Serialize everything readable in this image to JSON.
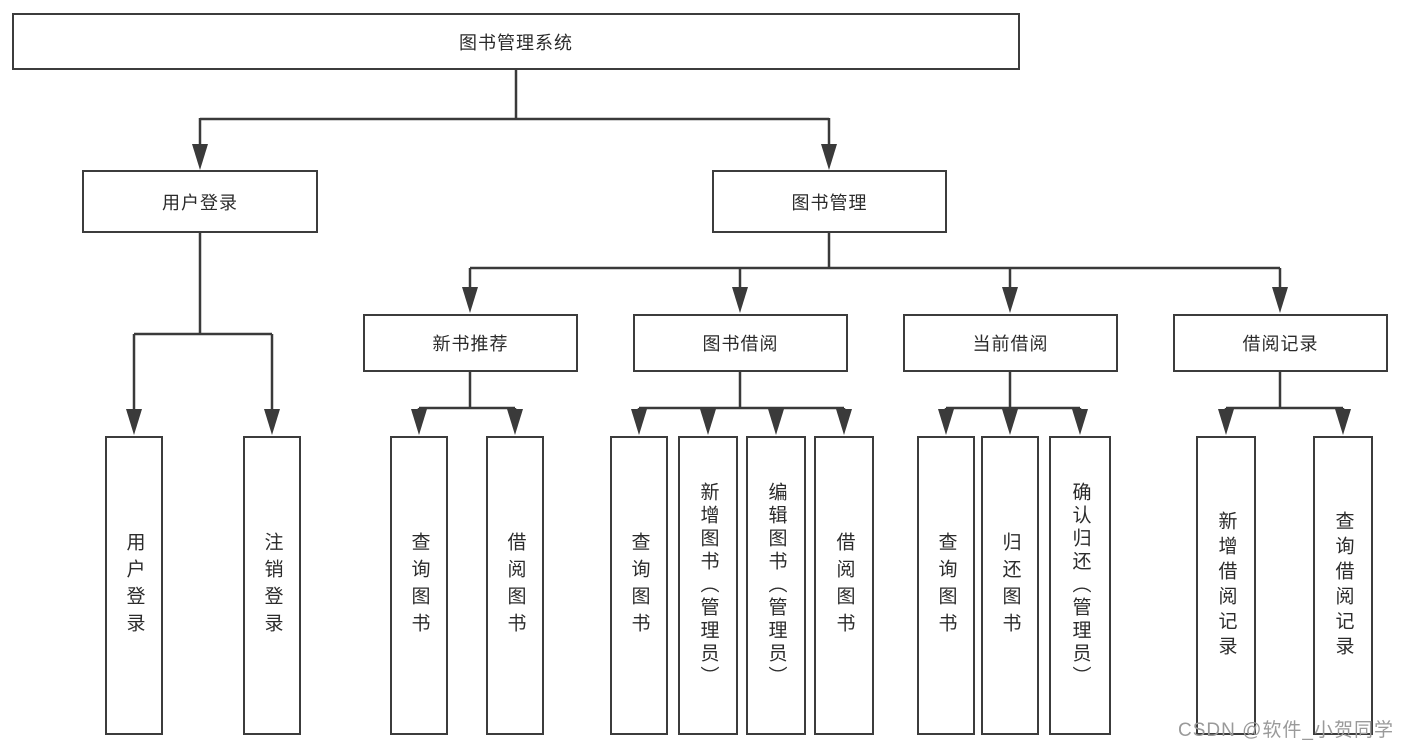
{
  "diagram": {
    "root": {
      "label": "图书管理系统"
    },
    "branches": [
      {
        "label": "用户登录",
        "children": [
          {
            "label": "用户登录"
          },
          {
            "label": "注销登录"
          }
        ]
      },
      {
        "label": "图书管理",
        "children": [
          {
            "label": "新书推荐",
            "children": [
              {
                "label": "查询图书"
              },
              {
                "label": "借阅图书"
              }
            ]
          },
          {
            "label": "图书借阅",
            "children": [
              {
                "label": "查询图书"
              },
              {
                "label": "新增图书（管理员）"
              },
              {
                "label": "编辑图书（管理员）"
              },
              {
                "label": "借阅图书"
              }
            ]
          },
          {
            "label": "当前借阅",
            "children": [
              {
                "label": "查询图书"
              },
              {
                "label": "归还图书"
              },
              {
                "label": "确认归还（管理员）"
              }
            ]
          },
          {
            "label": "借阅记录",
            "children": [
              {
                "label": "新增借阅记录"
              },
              {
                "label": "查询借阅记录"
              }
            ]
          }
        ]
      }
    ]
  },
  "watermark": "CSDN @软件_小贺同学",
  "colors": {
    "line": "#3a3a3a",
    "border": "#3c3c3c",
    "text": "#2b2b2b",
    "watermark": "#9a9a9a",
    "background": "#ffffff"
  }
}
